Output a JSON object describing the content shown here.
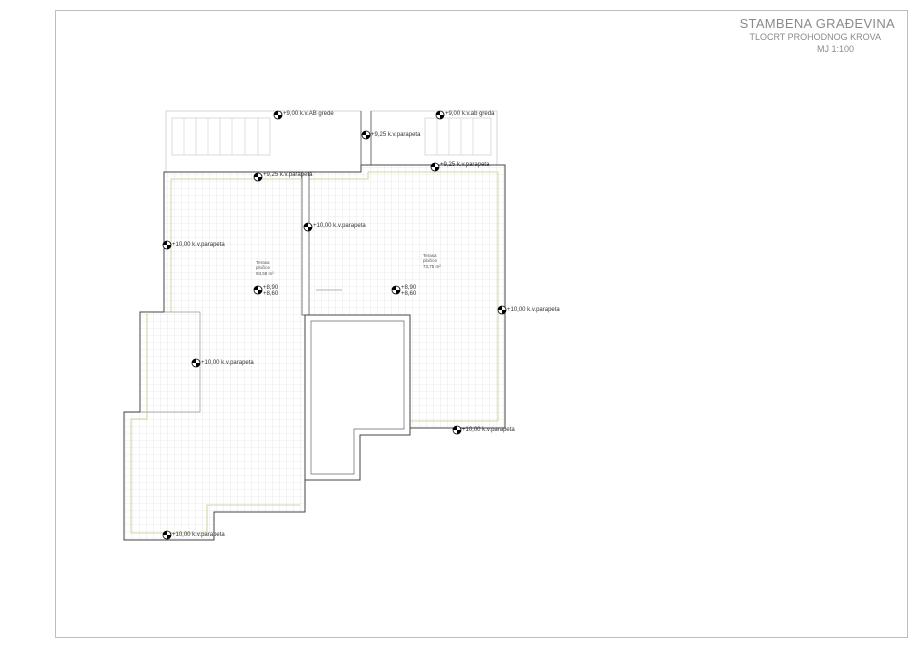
{
  "title_block": {
    "project": "STAMBENA GRAĐEVINA",
    "drawing": "TLOCRT PROHODNOG KROVA",
    "scale": "MJ 1:100"
  },
  "levels": [
    "+9,00 k.v.AB grede",
    "+9,00 k.v.ab greda",
    "+9,25 k.v.parapeta",
    "+9,25 k.v.parapeta",
    "+9,25 k.v.parapeta",
    "+10,00 k.v.parapeta",
    "+10,00 k.v.parapeta",
    "+10,00 k.v.parapeta",
    "+10,00 k.v.parapeta",
    "+10,00 k.v.parapeta",
    "+10,00 k.v.parapeta"
  ],
  "rooms": [
    {
      "name": "Terasa",
      "finish": "pločice",
      "area": "93,58 m²",
      "level_top": "+8,90",
      "level_bottom": "+8,60"
    },
    {
      "name": "Terasa",
      "finish": "pločice",
      "area": "73,75 m²",
      "level_top": "+8,90",
      "level_bottom": "+8,60"
    }
  ],
  "colors": {
    "line": "#555555",
    "grid": "#d8d8d8",
    "parapet_edge": "#c9c98a"
  }
}
